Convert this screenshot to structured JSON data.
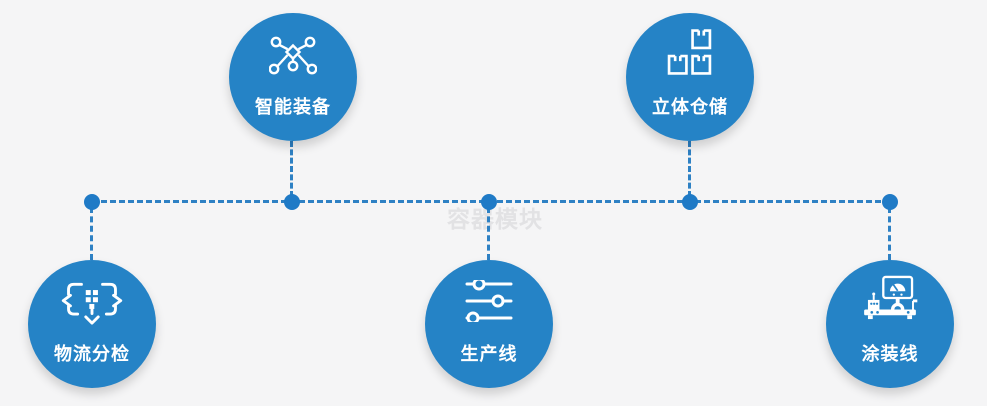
{
  "watermark": "容器模块",
  "colors": {
    "background": "#f5f5f6",
    "node_fill": "#2583c6",
    "connector_line": "#2e81c4",
    "connector_dot": "#1f7ac6",
    "icon_and_label": "#ffffff",
    "watermark_text": "#e2e2e4"
  },
  "nodes": [
    {
      "label": "智能装备",
      "icon": "network-nodes-icon",
      "position": "top-left"
    },
    {
      "label": "立体仓储",
      "icon": "stacked-boxes-icon",
      "position": "top-right"
    },
    {
      "label": "物流分检",
      "icon": "sorting-arrows-icon",
      "position": "bottom-left"
    },
    {
      "label": "生产线",
      "icon": "sliders-icon",
      "position": "bottom-center"
    },
    {
      "label": "涂装线",
      "icon": "control-console-icon",
      "position": "bottom-right"
    }
  ]
}
